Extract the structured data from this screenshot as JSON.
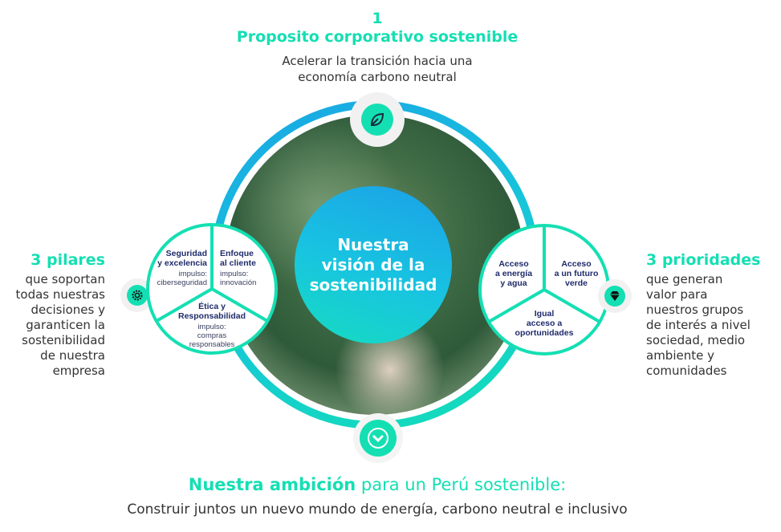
{
  "top": {
    "number": "1",
    "title": "Proposito corporativo sostenible",
    "subtitle_line1": "Acelerar la transición hacia una",
    "subtitle_line2": "economía carbono neutral"
  },
  "center": {
    "line1": "Nuestra",
    "line2": "visión de la",
    "line3": "sostenibilidad"
  },
  "left": {
    "heading": "3 pilares",
    "lines": [
      "que soportan",
      "todas nuestras",
      "decisiones y",
      "garanticen la",
      "sostenibilidad",
      "de nuestra",
      "empresa"
    ],
    "pillars": [
      {
        "title1": "Seguridad",
        "title2": "y excelencia",
        "impulse1": "impulso:",
        "impulse2": "ciberseguridad"
      },
      {
        "title1": "Enfoque",
        "title2": "al cliente",
        "impulse1": "impulso:",
        "impulse2": "innovación"
      },
      {
        "title1": "Ética y",
        "title2": "Responsabilidad",
        "impulse1": "impulso:",
        "impulse2": "compras",
        "impulse3": "responsables"
      }
    ],
    "icon": "gear-icon"
  },
  "right": {
    "heading": "3 prioridades",
    "lines": [
      "que generan",
      "valor para",
      "nuestros grupos",
      "de interés a nivel",
      "sociedad, medio",
      "ambiente y",
      "comunidades"
    ],
    "priorities": [
      {
        "l1": "Acceso",
        "l2": "a energía",
        "l3": "y agua"
      },
      {
        "l1": "Acceso",
        "l2": "a un futuro",
        "l3": "verde"
      },
      {
        "l1": "Igual",
        "l2": "acceso a",
        "l3": "oportunidades"
      }
    ],
    "icon": "diamond-icon"
  },
  "bottom": {
    "bold": "Nuestra ambición",
    "rest": " para un Perú sostenible:",
    "subtitle": "Construir juntos un nuevo mundo de energía, carbono neutral e inclusivo"
  },
  "colors": {
    "teal": "#14dfb3",
    "blue": "#1aa5e6",
    "navy": "#1f2b6b"
  }
}
